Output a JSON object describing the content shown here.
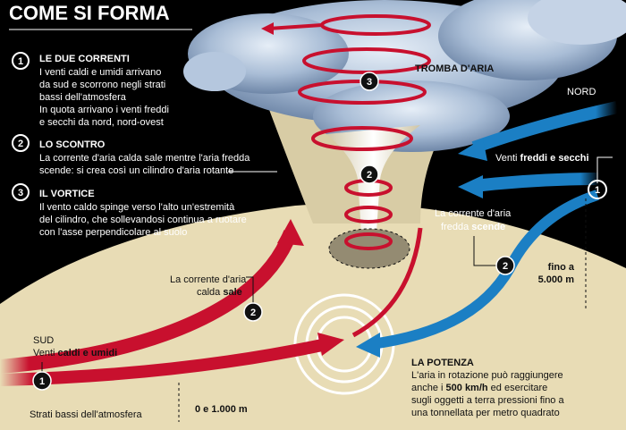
{
  "title": "COME SI FORMA",
  "steps": [
    {
      "num": "1",
      "heading": "LE DUE CORRENTI",
      "lines": [
        "I venti caldi e umidi arrivano",
        "da sud e scorrono negli strati",
        "bassi dell'atmosfera",
        "In quota arrivano i venti freddi",
        "e secchi da nord, nord-ovest"
      ]
    },
    {
      "num": "2",
      "heading": "LO SCONTRO",
      "lines": [
        "La corrente d'aria calda sale mentre l'aria fredda",
        "scende: si crea così un cilindro d'aria rotante"
      ]
    },
    {
      "num": "3",
      "heading": "IL VORTICE",
      "lines": [
        "Il vento caldo spinge verso l'alto un'estremità",
        "del cilindro, che sollevandosi continua a ruotare",
        "con l'asse perpendicolare al suolo"
      ]
    }
  ],
  "labels": {
    "tromba": "TROMBA D'ARIA",
    "nord": "NORD",
    "venti_freddi_pre": "Venti ",
    "venti_freddi_bold": "freddi e secchi",
    "fredda_line1": "La corrente d'aria",
    "fredda_line2_pre": "fredda ",
    "fredda_line2_bold": "scende",
    "fino_line1": "fino a",
    "fino_line2": "5.000 m",
    "calda_line1": "La corrente d'aria",
    "calda_line2_pre": "calda ",
    "calda_line2_bold": "sale",
    "sud": "SUD",
    "venti_caldi_pre": "Venti ",
    "venti_caldi_bold": "caldi e umidi",
    "strati": "Strati bassi dell'atmosfera",
    "altezza": "0 e 1.000 m"
  },
  "potenza": {
    "heading": "LA POTENZA",
    "line1": "L'aria in rotazione può raggiungere",
    "line2_pre": "anche i ",
    "line2_bold": "500 km/h",
    "line2_post": " ed esercitare",
    "line3": "sugli oggetti a terra pressioni fino a",
    "line4": "una tonnellata per metro quadrato"
  },
  "markers": {
    "one": "1",
    "two": "2",
    "three": "3"
  },
  "colors": {
    "warm": "#c8102e",
    "cold": "#1b7fc4",
    "ground": "#e8dcb5",
    "cloud": "#a9bdd6"
  }
}
